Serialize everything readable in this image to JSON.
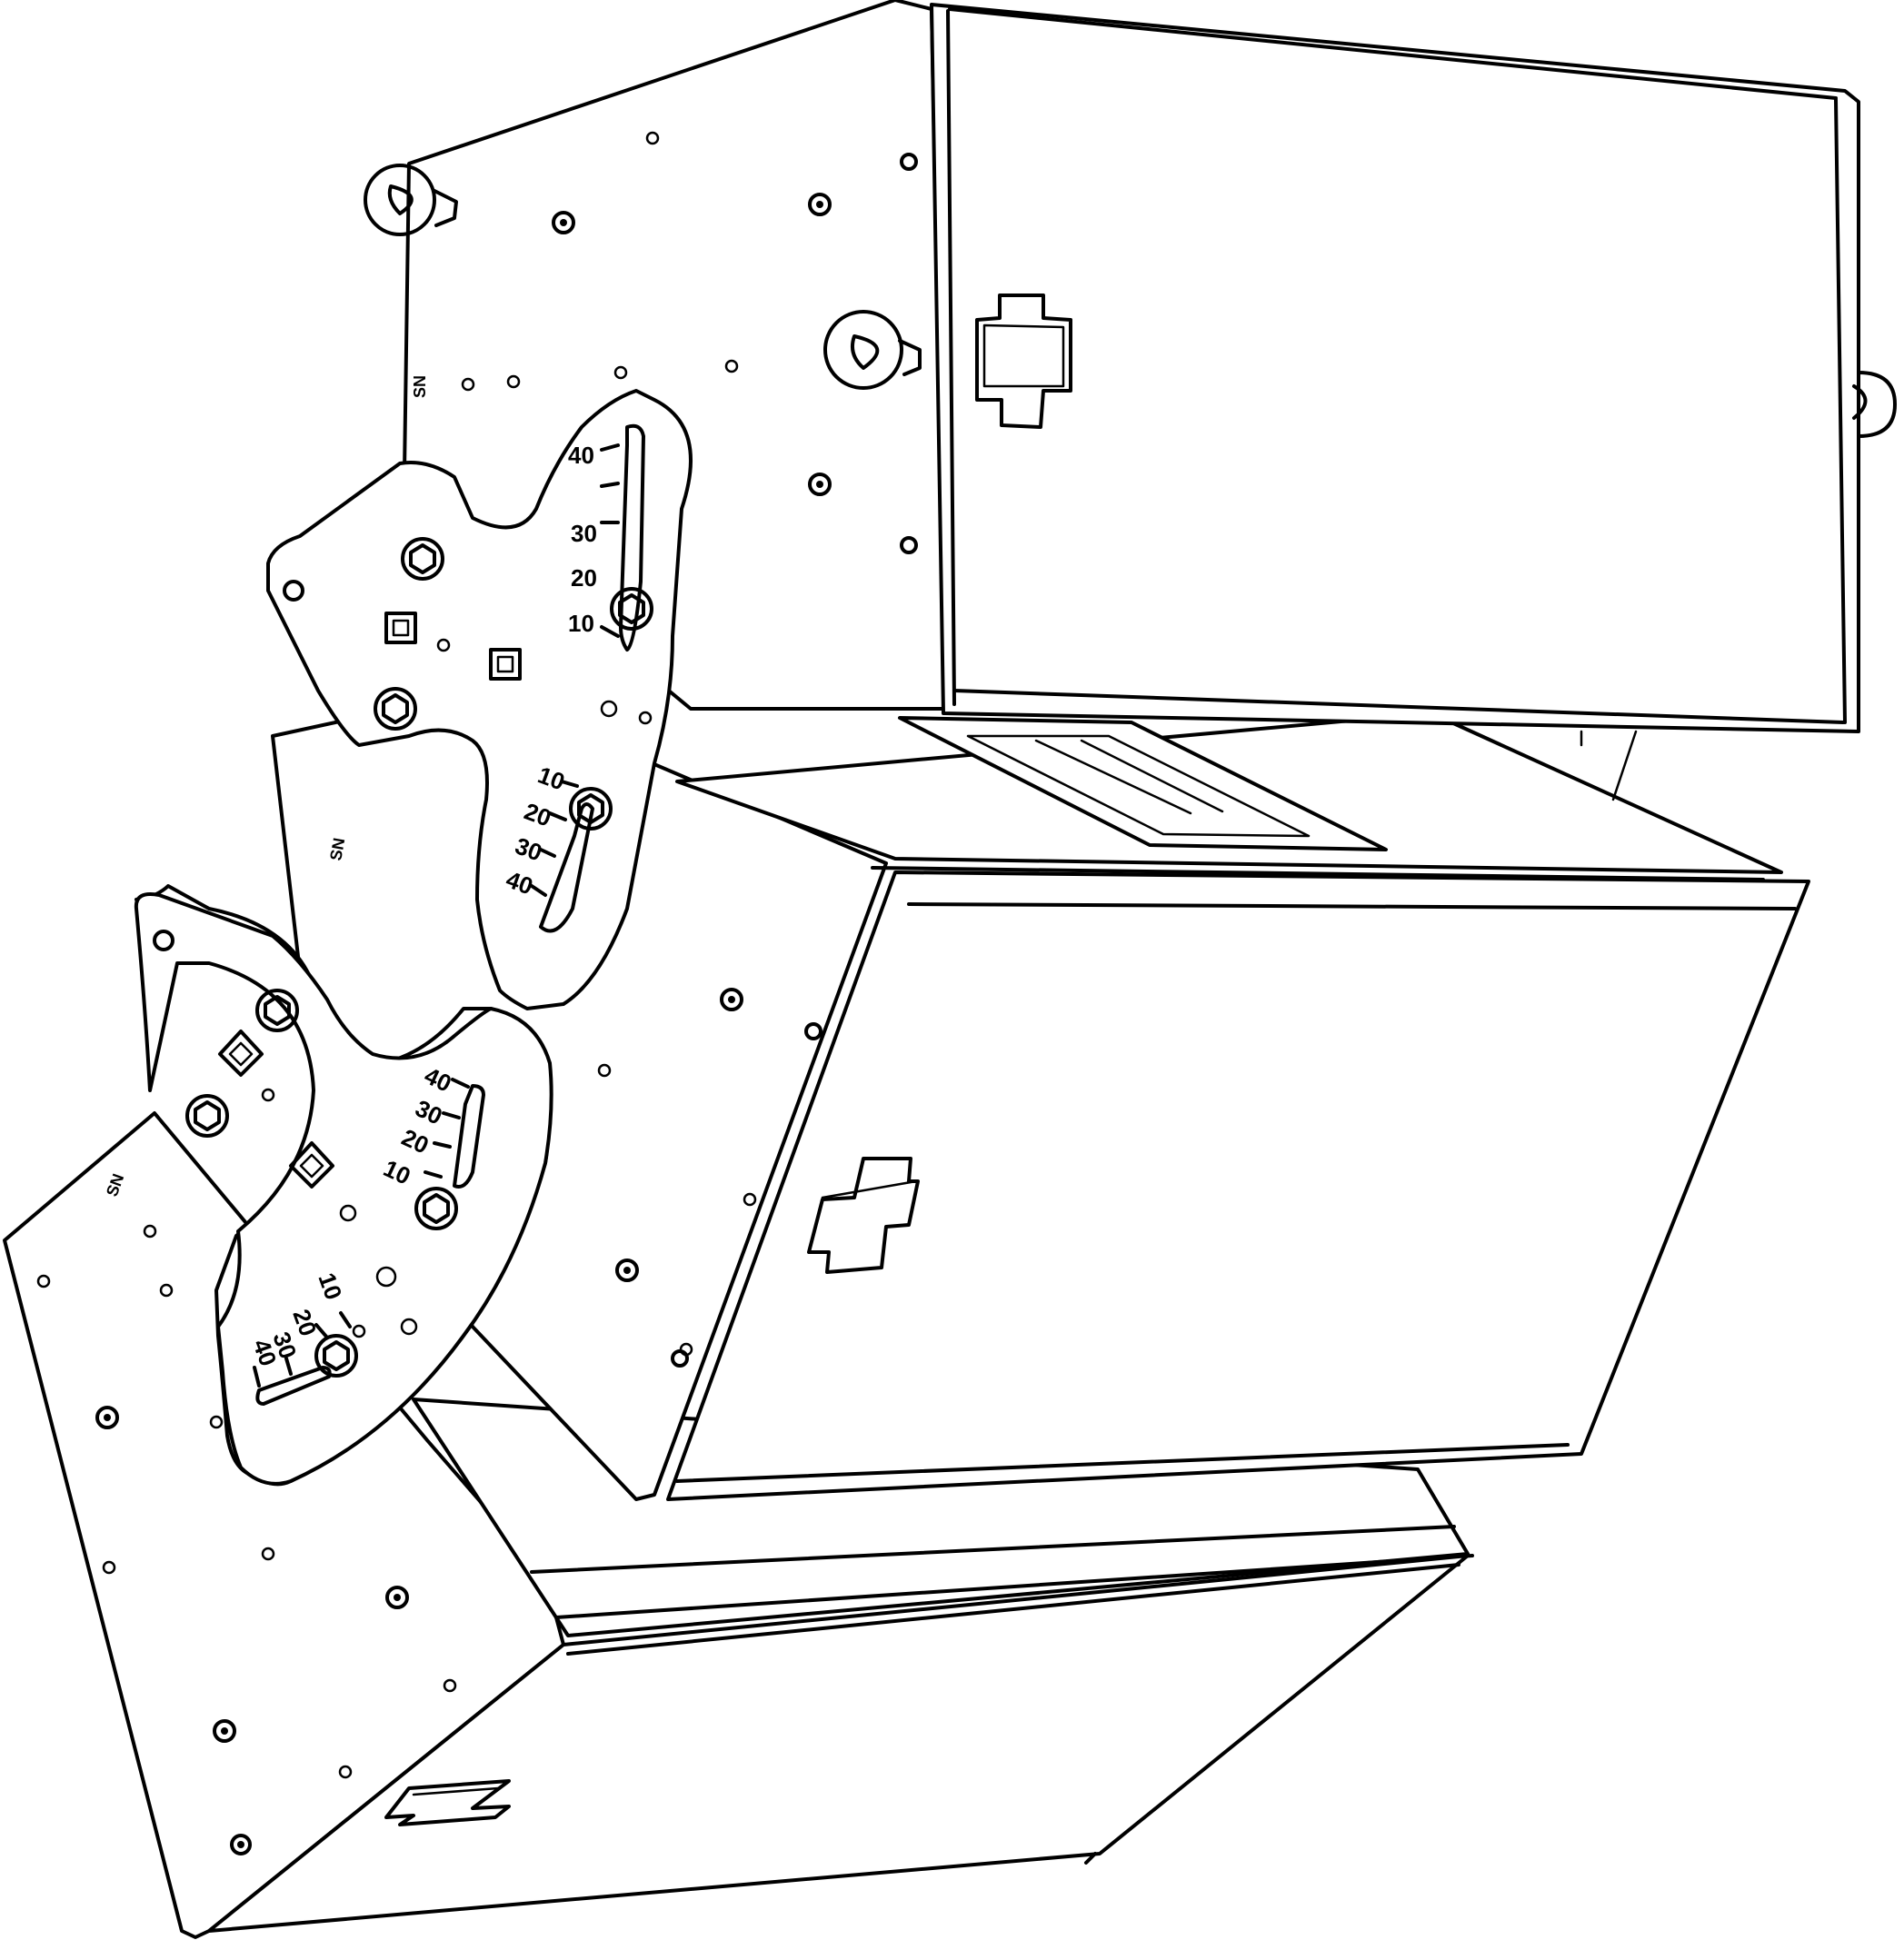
{
  "figure": {
    "colors": {
      "line": "#000000",
      "fill": "#ffffff"
    },
    "modules": [
      {
        "name": "top-module"
      },
      {
        "name": "middle-module"
      },
      {
        "name": "bottom-module"
      }
    ],
    "angle_scale_labels": [
      "10",
      "20",
      "30",
      "40"
    ],
    "side_mark": "SN"
  }
}
